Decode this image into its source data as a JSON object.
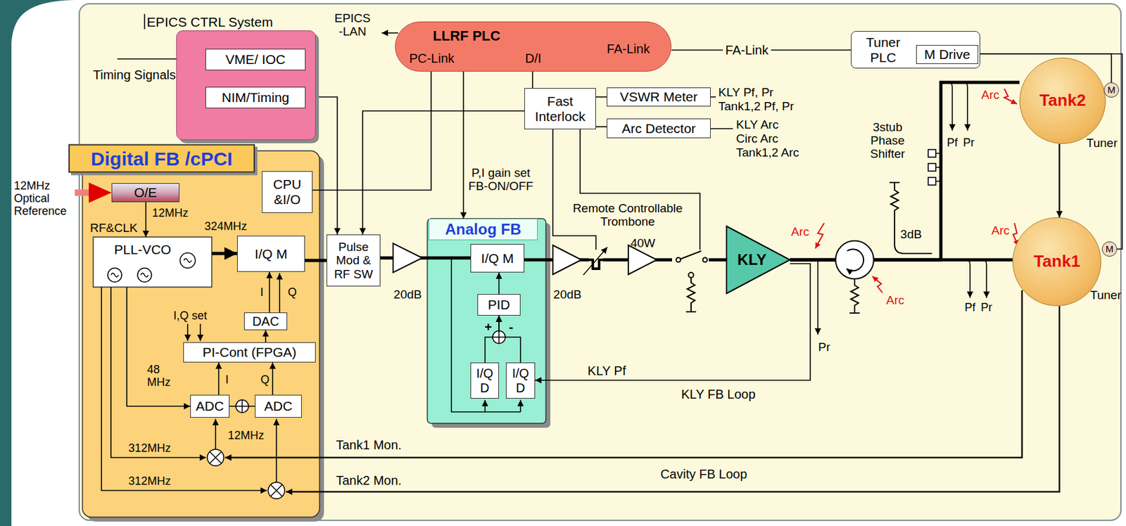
{
  "diagram": {
    "nodes": [
      {
        "text": [
          "EPICS CTRL System"
        ]
      },
      {
        "text": [
          "VME/ IOC"
        ],
        "in": 0
      },
      {
        "text": [
          "NIM/Timing"
        ],
        "in": 0
      },
      {
        "text": [
          "LLRF PLC",
          "PC-Link",
          "D/I",
          "FA-Link"
        ]
      },
      {
        "text": [
          "Tuner PLC"
        ]
      },
      {
        "text": [
          "M Drive"
        ],
        "in": 4
      },
      {
        "text": [
          "Fast Interlock"
        ]
      },
      {
        "text": [
          "VSWR Meter"
        ]
      },
      {
        "text": [
          "Arc Detector"
        ]
      },
      {
        "text": [
          "Digital FB /cPCI"
        ]
      },
      {
        "text": [
          "O/E"
        ],
        "in": 9
      },
      {
        "text": [
          "CPU &I/O"
        ],
        "in": 9
      },
      {
        "text": [
          "PLL-VCO"
        ],
        "in": 9
      },
      {
        "text": [
          "I/Q M"
        ],
        "in": 9
      },
      {
        "text": [
          "DAC"
        ],
        "in": 9
      },
      {
        "text": [
          "PI-Cont (FPGA)"
        ],
        "in": 9
      },
      {
        "text": [
          "ADC"
        ],
        "in": 9
      },
      {
        "text": [
          "ADC"
        ],
        "in": 9
      },
      {
        "text": [
          "Pulse Mod & RF SW"
        ]
      },
      {
        "text": [
          "Analog FB"
        ]
      },
      {
        "text": [
          "I/Q M"
        ],
        "in": 19
      },
      {
        "text": [
          "PID"
        ],
        "in": 19
      },
      {
        "text": [
          "I/Q D"
        ],
        "in": 19
      },
      {
        "text": [
          "I/Q D"
        ],
        "in": 19
      },
      {
        "text": [
          "KLY"
        ]
      },
      {
        "text": [
          "Tank2"
        ]
      },
      {
        "text": [
          "Tank1"
        ]
      },
      {
        "text": [
          "M"
        ]
      },
      {
        "text": [
          "M"
        ]
      }
    ],
    "edges": [
      {
        "from": 1,
        "to": 2,
        "arrow": "none"
      },
      {
        "from": 2,
        "to": 18,
        "arrow": "to"
      },
      {
        "from": 3,
        "to": 11,
        "arrow": "none"
      },
      {
        "from": 6,
        "to": 18,
        "arrow": "to"
      },
      {
        "from": 3,
        "to": 19,
        "arrow": "to"
      },
      {
        "from": 3,
        "to": 6,
        "arrow": "none"
      },
      {
        "from": 3,
        "to": 4,
        "arrow": "none"
      },
      {
        "from": 6,
        "to": 7,
        "arrow": "none"
      },
      {
        "from": 6,
        "to": 8,
        "arrow": "none"
      },
      {
        "from": 5,
        "to": 27,
        "arrow": "none"
      },
      {
        "from": 5,
        "to": 28,
        "arrow": "none"
      },
      {
        "from": 10,
        "to": 12,
        "arrow": "to"
      },
      {
        "from": 12,
        "to": 13,
        "arrow": "to"
      },
      {
        "from": 14,
        "to": 13,
        "arrow": "to"
      },
      {
        "from": 15,
        "to": 14,
        "arrow": "to"
      },
      {
        "from": 16,
        "to": 15,
        "arrow": "to"
      },
      {
        "from": 17,
        "to": 15,
        "arrow": "to"
      },
      {
        "from": 12,
        "to": 16,
        "arrow": "to"
      },
      {
        "from": 13,
        "to": 18,
        "arrow": "none"
      },
      {
        "from": 18,
        "to": 20,
        "arrow": "none"
      },
      {
        "from": 20,
        "to": 24,
        "arrow": "none"
      },
      {
        "from": 21,
        "to": 20,
        "arrow": "to"
      },
      {
        "from": 22,
        "to": 21,
        "arrow": "to"
      },
      {
        "from": 23,
        "to": 21,
        "arrow": "to"
      },
      {
        "from": 24,
        "to": 26,
        "arrow": "none"
      },
      {
        "from": 24,
        "to": 25,
        "arrow": "none"
      },
      {
        "from": 24,
        "to": 23,
        "arrow": "to"
      },
      {
        "from": 25,
        "to": 26,
        "arrow": "to"
      }
    ],
    "labels": [
      "EPICS -LAN",
      "Timing Signals",
      "FA-Link",
      "KLY Pf, Pr",
      "Tank1,2 Pf, Pr",
      "KLY Arc",
      "Circ Arc",
      "Tank1,2 Arc",
      "P,I gain set FB-ON/OFF",
      "12MHz Optical Reference",
      "12MHz",
      "RF&CLK",
      "324MHz",
      "I",
      "Q",
      "I,Q set",
      "48 MHz",
      "I",
      "Q",
      "12MHz",
      "312MHz",
      "312MHz",
      "Tank1 Mon.",
      "Tank2 Mon.",
      "Cavity FB Loop",
      "20dB",
      "20dB",
      "Remote Controllable Trombone",
      "40W",
      "Arc",
      "Arc",
      "Arc",
      "Arc",
      "+",
      "-",
      "KLY Pf",
      "KLY FB Loop",
      "Pr",
      "3stub Phase Shifter",
      "3dB",
      "Pf",
      "Pr",
      "Pf",
      "Pr",
      "Tuner",
      "Tuner"
    ]
  }
}
